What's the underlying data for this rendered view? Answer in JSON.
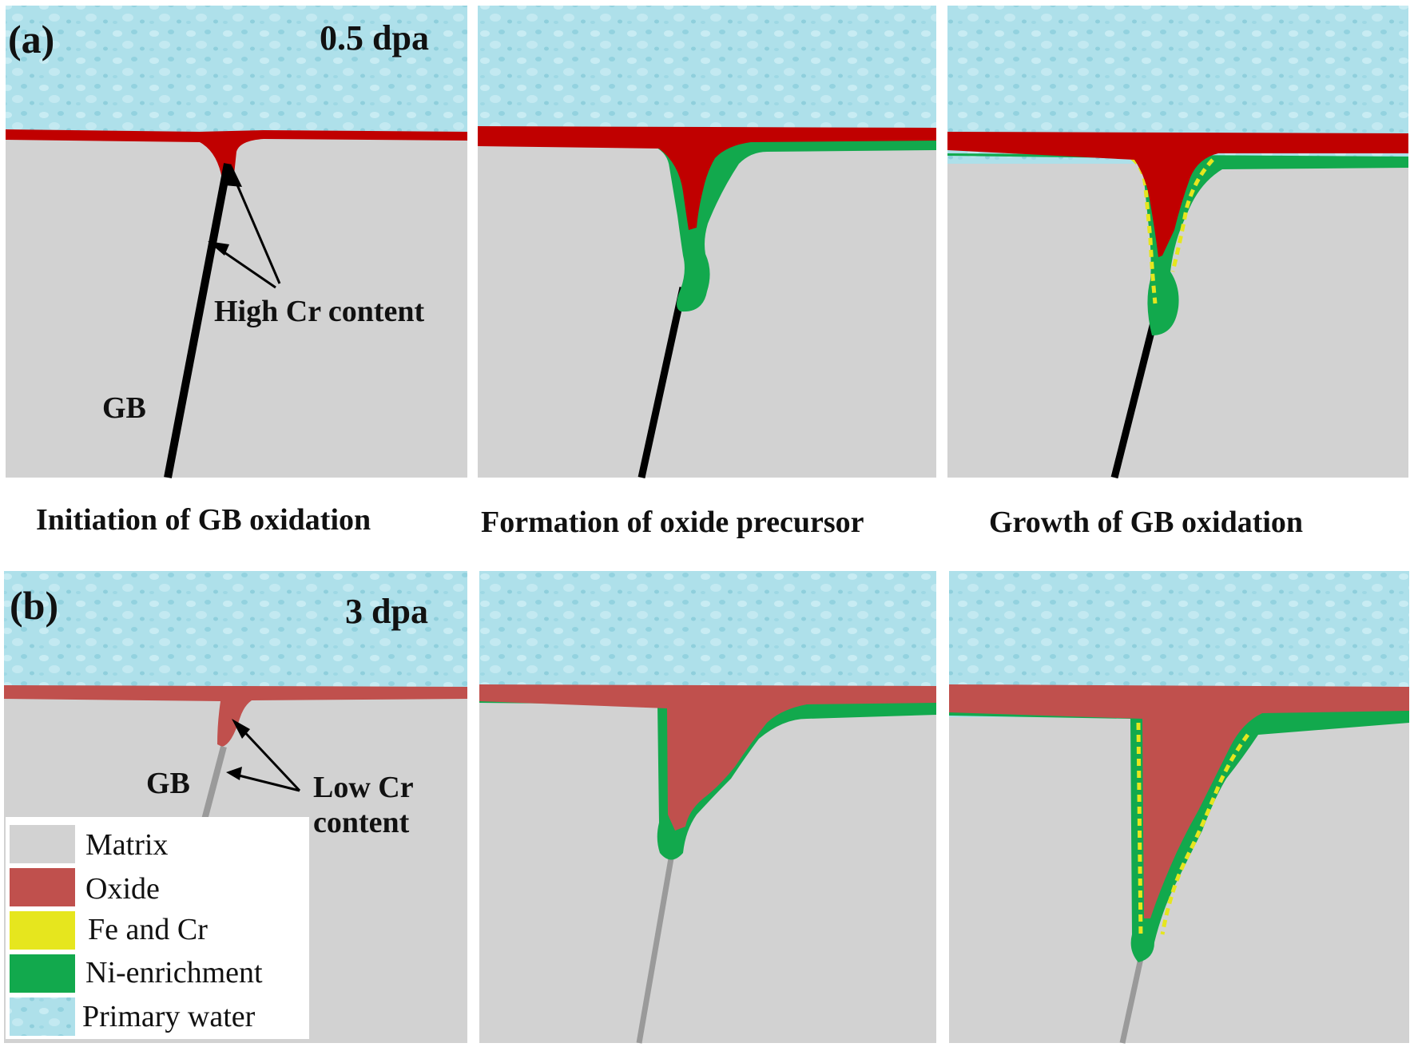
{
  "rows": [
    {
      "label": "(a)",
      "dose": "0.5 dpa",
      "gb_label": "GB",
      "cr_annotation": [
        "High Cr content"
      ],
      "captions": [
        "Initiation of GB oxidation",
        "Formation of oxide precursor",
        "Growth of GB oxidation"
      ]
    },
    {
      "label": "(b)",
      "dose": "3 dpa",
      "gb_label": "GB",
      "cr_annotation": [
        "Low Cr",
        "content"
      ]
    }
  ],
  "legend": [
    {
      "label": "Matrix",
      "color": "#d2d2d2"
    },
    {
      "label": "Oxide",
      "color": "#c0504d"
    },
    {
      "label": "Fe and Cr",
      "color": "#e6e61e"
    },
    {
      "label": "Ni-enrichment",
      "color": "#12a94d"
    },
    {
      "label": "Primary water",
      "color": "#aee0ea"
    }
  ],
  "colors": {
    "matrix": "#d2d2d2",
    "oxide_row_a": "#c00000",
    "oxide_row_b": "#c0504d",
    "fe_cr": "#e6e61e",
    "ni": "#12a94d",
    "water": "#aee0ea",
    "gb_row_a": "#000000",
    "gb_row_b": "#9a9a9a"
  }
}
